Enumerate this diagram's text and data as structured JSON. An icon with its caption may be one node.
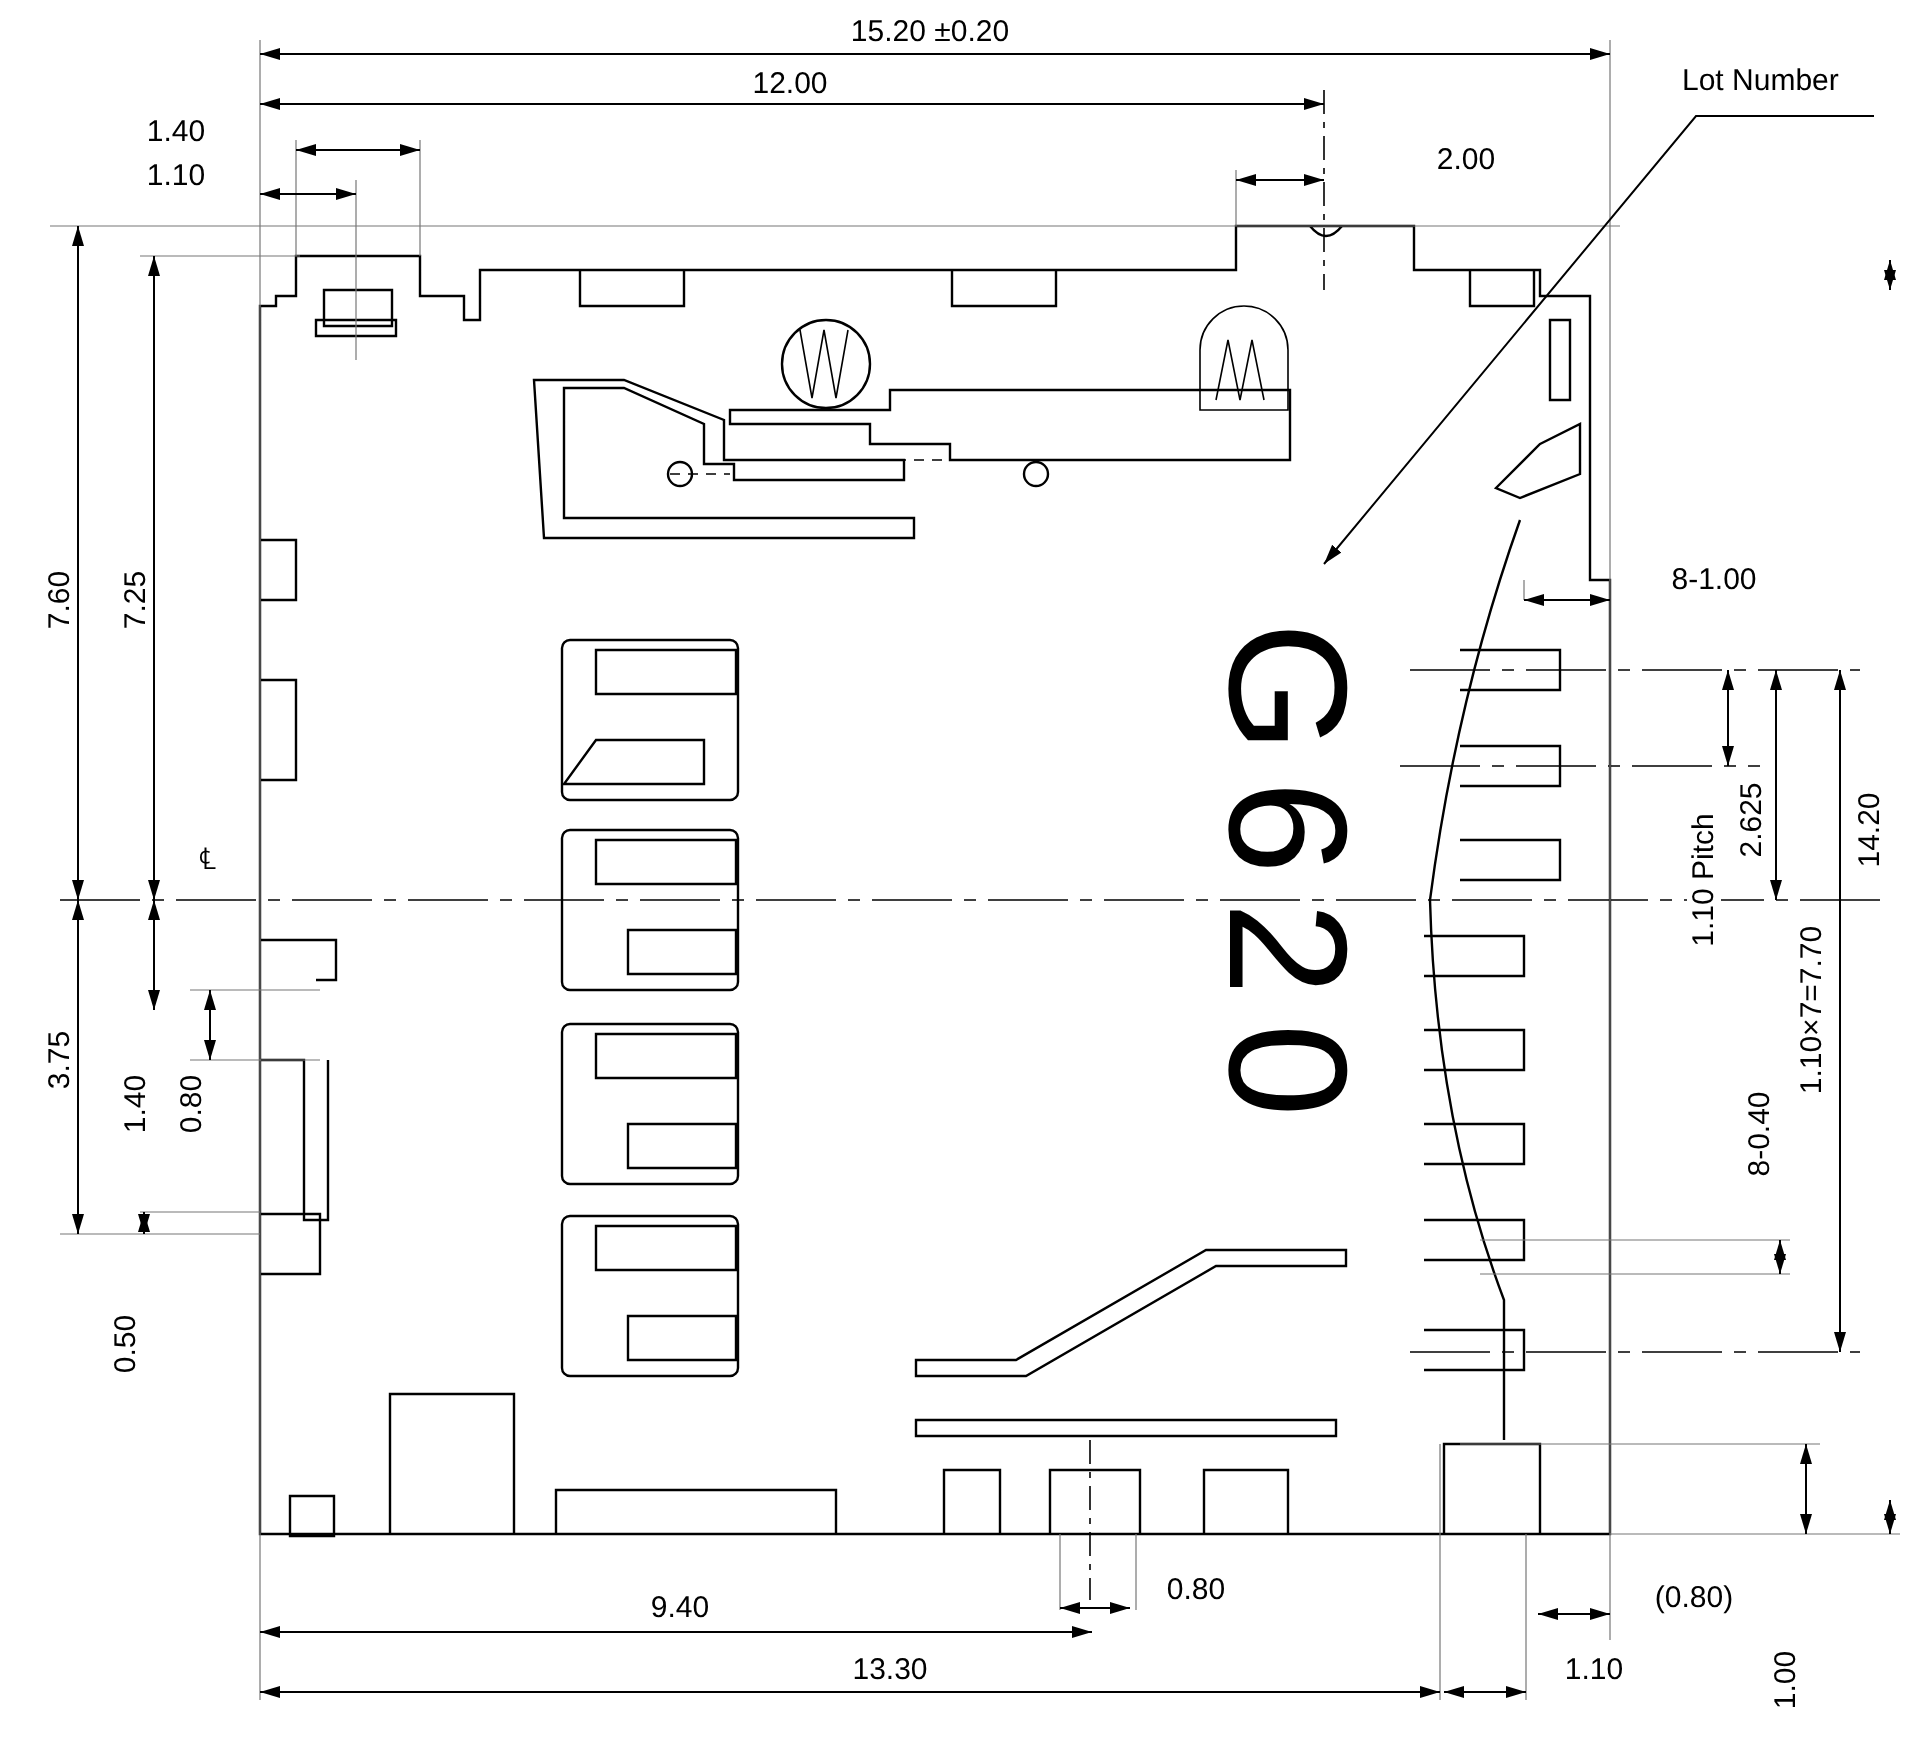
{
  "diagram": {
    "nodes": [
      {
        "text": [
          "Lot Number"
        ]
      },
      {
        "text": [
          "G620"
        ]
      }
    ],
    "edges": [
      {
        "from": 0,
        "to": 1,
        "arrow": "to"
      }
    ],
    "labels": [
      "15.20 ±0.20",
      "12.00",
      "1.40",
      "1.10",
      "2.00",
      "7.60",
      "7.25",
      "℄",
      "8-1.00",
      "2.625",
      "1.10 Pitch",
      "1.10×7=7.70",
      "14.20",
      "3.75",
      "1.40",
      "0.80",
      "8-0.40",
      "0.50",
      "9.40",
      "0.80",
      "(0.80)",
      "13.30",
      "1.10",
      "1.00"
    ]
  }
}
